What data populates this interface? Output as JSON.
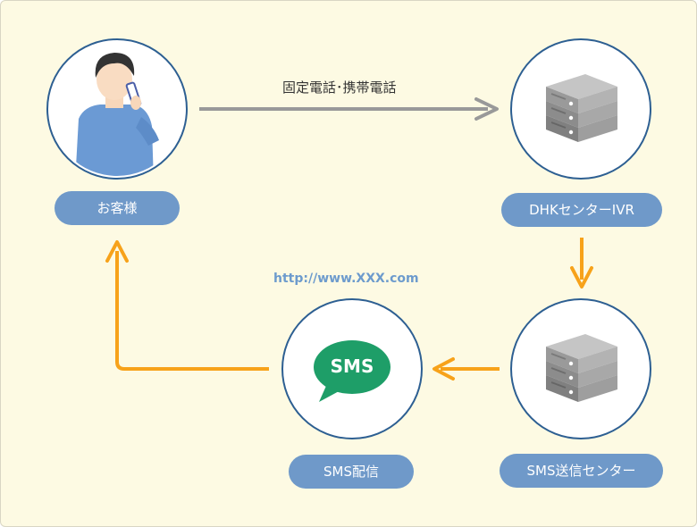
{
  "customer": {
    "label": "お客様"
  },
  "ivr": {
    "label": "DHKセンターIVR"
  },
  "sms_center": {
    "label": "SMS送信センター"
  },
  "sms_delivery": {
    "label": "SMS配信",
    "bubble_text": "SMS"
  },
  "call_link": {
    "label": "固定電話･携帯電話"
  },
  "url": {
    "text": "http://www.XXX.com"
  },
  "colors": {
    "background": "#fdfae3",
    "pill": "#6f99c9",
    "circle_border": "#2d5f92",
    "gray_arrow": "#999999",
    "orange_arrow": "#f7a21a",
    "sms_bubble": "#1e9e68"
  },
  "icons": {
    "customer": "person-on-phone-icon",
    "ivr": "server-icon",
    "sms_center": "server-icon",
    "sms_delivery": "sms-bubble-icon"
  }
}
